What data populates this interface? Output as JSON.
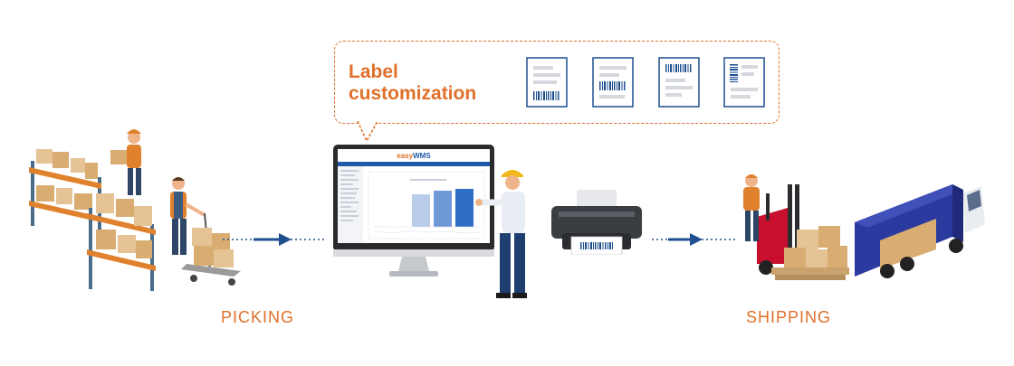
{
  "callout": {
    "title": "Label customization"
  },
  "software": {
    "logo_part1": "easy",
    "logo_part2": "WMS"
  },
  "stages": {
    "picking": "PICKING",
    "shipping": "SHIPPING"
  },
  "colors": {
    "accent": "#e0702a",
    "arrow": "#1e4f8f",
    "truck": "#2b3a9e"
  }
}
